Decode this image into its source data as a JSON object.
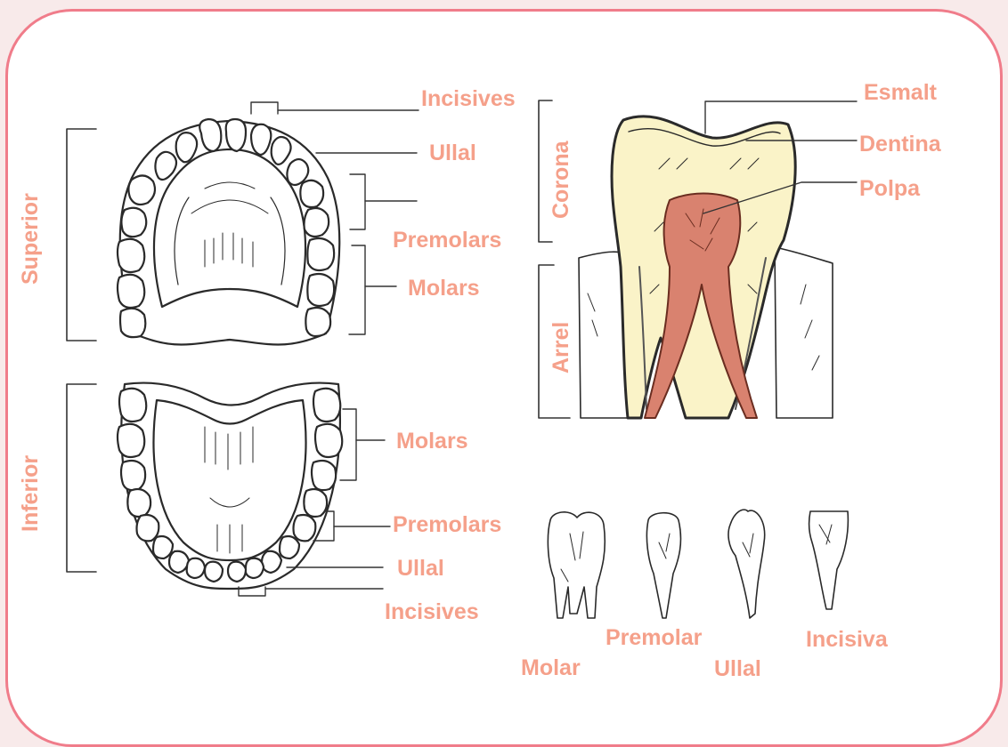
{
  "colors": {
    "border": "#f07c8a",
    "label": "#f5a08a",
    "background": "#f8eaea",
    "tooth_crown": "#faf3c8",
    "pulp": "#d9826f"
  },
  "upper_arch": {
    "side_label": "Superior",
    "incisives": "Incisives",
    "ullal": "Ullal",
    "premolars": "Premolars",
    "molars": "Molars"
  },
  "lower_arch": {
    "side_label": "Inferior",
    "molars": "Molars",
    "premolars": "Premolars",
    "ullal": "Ullal",
    "incisives": "Incisives"
  },
  "tooth_section": {
    "corona": "Corona",
    "arrel": "Arrel",
    "esmalt": "Esmalt",
    "dentina": "Dentina",
    "polpa": "Polpa"
  },
  "tooth_types": {
    "molar": "Molar",
    "premolar": "Premolar",
    "ullal": "Ullal",
    "incisiva": "Incisiva"
  }
}
